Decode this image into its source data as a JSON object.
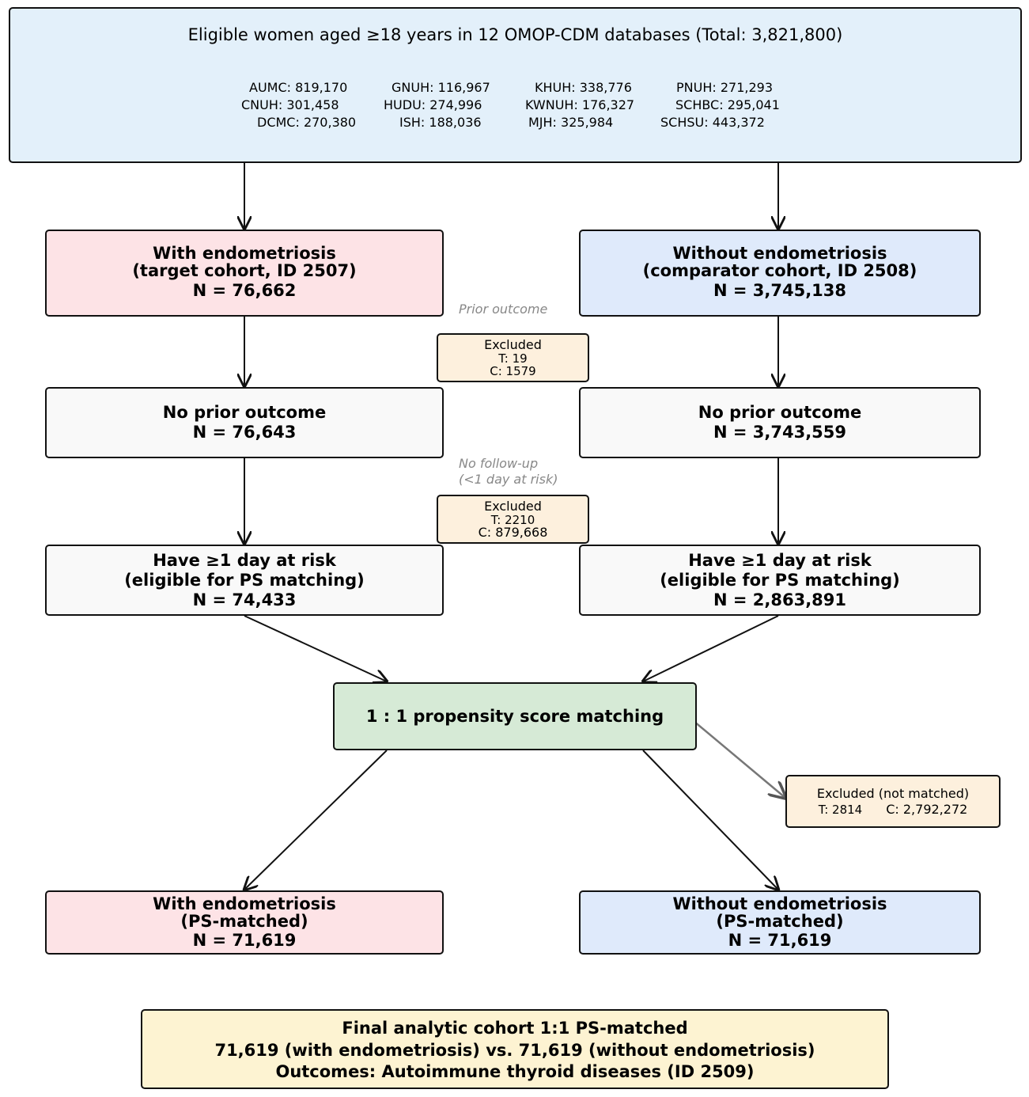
{
  "source": {
    "title": "Eligible women aged ≥18 years in 12 OMOP-CDM databases (Total: 3,821,800)",
    "databases": [
      [
        "AUMC: 819,170",
        "GNUH: 116,967",
        "KHUH: 338,776",
        "PNUH: 271,293"
      ],
      [
        "CNUH: 301,458",
        "HUDU: 274,996",
        "KWNUH: 176,327",
        "SCHBC: 295,041"
      ],
      [
        "DCMC: 270,380",
        "ISH: 188,036",
        "MJH: 325,984",
        "SCHSU: 443,372"
      ]
    ]
  },
  "target": {
    "line1": "With endometriosis",
    "line2": "(target cohort, ID 2507)",
    "n": "N = 76,662"
  },
  "comparator": {
    "line1": "Without endometriosis",
    "line2": "(comparator cohort, ID 2508)",
    "n": "N = 3,745,138"
  },
  "excl1": {
    "note": "Prior outcome",
    "title": "Excluded",
    "t": "T: 19",
    "c": "C: 1579"
  },
  "noprior_t": {
    "line1": "No prior outcome",
    "n": "N = 76,643"
  },
  "noprior_c": {
    "line1": "No prior outcome",
    "n": "N = 3,743,559"
  },
  "excl2": {
    "note1": "No follow-up",
    "note2": "(<1 day at risk)",
    "title": "Excluded",
    "t": "T: 2210",
    "c": "C: 879,668"
  },
  "risk_t": {
    "line1": "Have ≥1 day at risk",
    "line2": "(eligible for PS matching)",
    "n": "N = 74,433"
  },
  "risk_c": {
    "line1": "Have ≥1 day at risk",
    "line2": "(eligible for PS matching)",
    "n": "N = 2,863,891"
  },
  "matching": {
    "label": "1 : 1 propensity score matching"
  },
  "excl3": {
    "title": "Excluded (not matched)",
    "t": "T: 2814",
    "c": "C: 2,792,272"
  },
  "matched_t": {
    "line1": "With endometriosis",
    "line2": "(PS-matched)",
    "n": "N = 71,619"
  },
  "matched_c": {
    "line1": "Without endometriosis",
    "line2": "(PS-matched)",
    "n": "N = 71,619"
  },
  "final": {
    "line1": "Final analytic cohort 1:1 PS-matched",
    "line2": "71,619 (with endometriosis) vs. 71,619 (without endometriosis)",
    "line3": "Outcomes: Autoimmune thyroid diseases (ID 2509)"
  },
  "colors": {
    "target": "#fde3e6",
    "comparator": "#dfeafb",
    "neutral": "#f9f9f9",
    "matching": "#d6ead6",
    "excluded": "#fdf0dd",
    "final": "#fdf3d2",
    "source": "#e3f0fa"
  }
}
